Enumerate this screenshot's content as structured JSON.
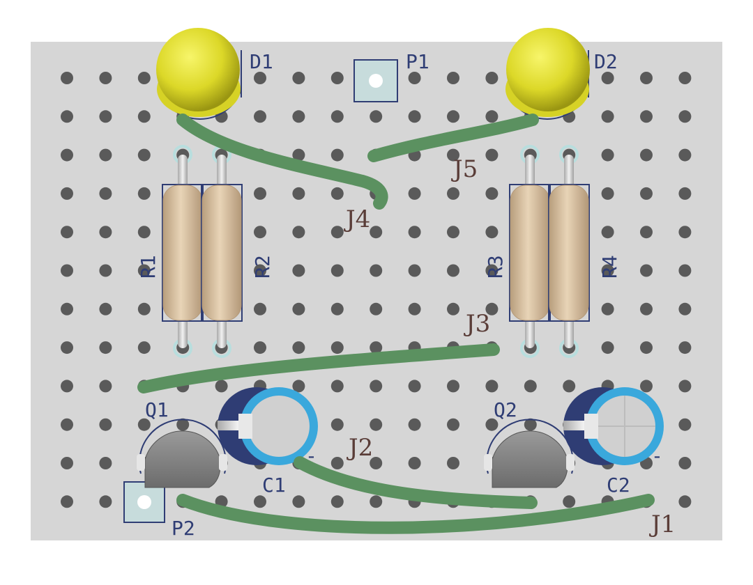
{
  "board": {
    "colors": {
      "board": "#d6d6d6",
      "hole": "#5a5a5a",
      "wire": "#5b9160",
      "silk": "#2f3d74",
      "led": "#e2e02a",
      "resistor": "#d8bf9c",
      "capacitor": "#3aa8dc",
      "transistor": "#8a8a8a",
      "jumper_label": "#5a3d38"
    }
  },
  "labels": {
    "D1": "D1",
    "D2": "D2",
    "P1": "P1",
    "P2": "P2",
    "R1": "R1",
    "R2": "R2",
    "R3": "R3",
    "R4": "R4",
    "Q1": "Q1",
    "Q2": "Q2",
    "C1": "C1",
    "C2": "C2",
    "J1": "J1",
    "J2": "J2",
    "J3": "J3",
    "J4": "J4",
    "J5": "J5",
    "c1_minus": "-",
    "c2_minus": "-"
  },
  "components": {
    "leds": [
      {
        "name": "led-d1",
        "icon": "led-icon"
      },
      {
        "name": "led-d2",
        "icon": "led-icon"
      }
    ],
    "resistors": [
      {
        "name": "resistor-r1"
      },
      {
        "name": "resistor-r2"
      },
      {
        "name": "resistor-r3"
      },
      {
        "name": "resistor-r4"
      }
    ],
    "transistors": [
      {
        "name": "transistor-q1"
      },
      {
        "name": "transistor-q2"
      }
    ],
    "capacitors": [
      {
        "name": "capacitor-c1"
      },
      {
        "name": "capacitor-c2"
      }
    ],
    "pads": [
      {
        "name": "pad-p1"
      },
      {
        "name": "pad-p2"
      }
    ],
    "jumpers": [
      {
        "name": "jumper-j1"
      },
      {
        "name": "jumper-j2"
      },
      {
        "name": "jumper-j3"
      },
      {
        "name": "jumper-j4"
      },
      {
        "name": "jumper-j5"
      }
    ]
  }
}
